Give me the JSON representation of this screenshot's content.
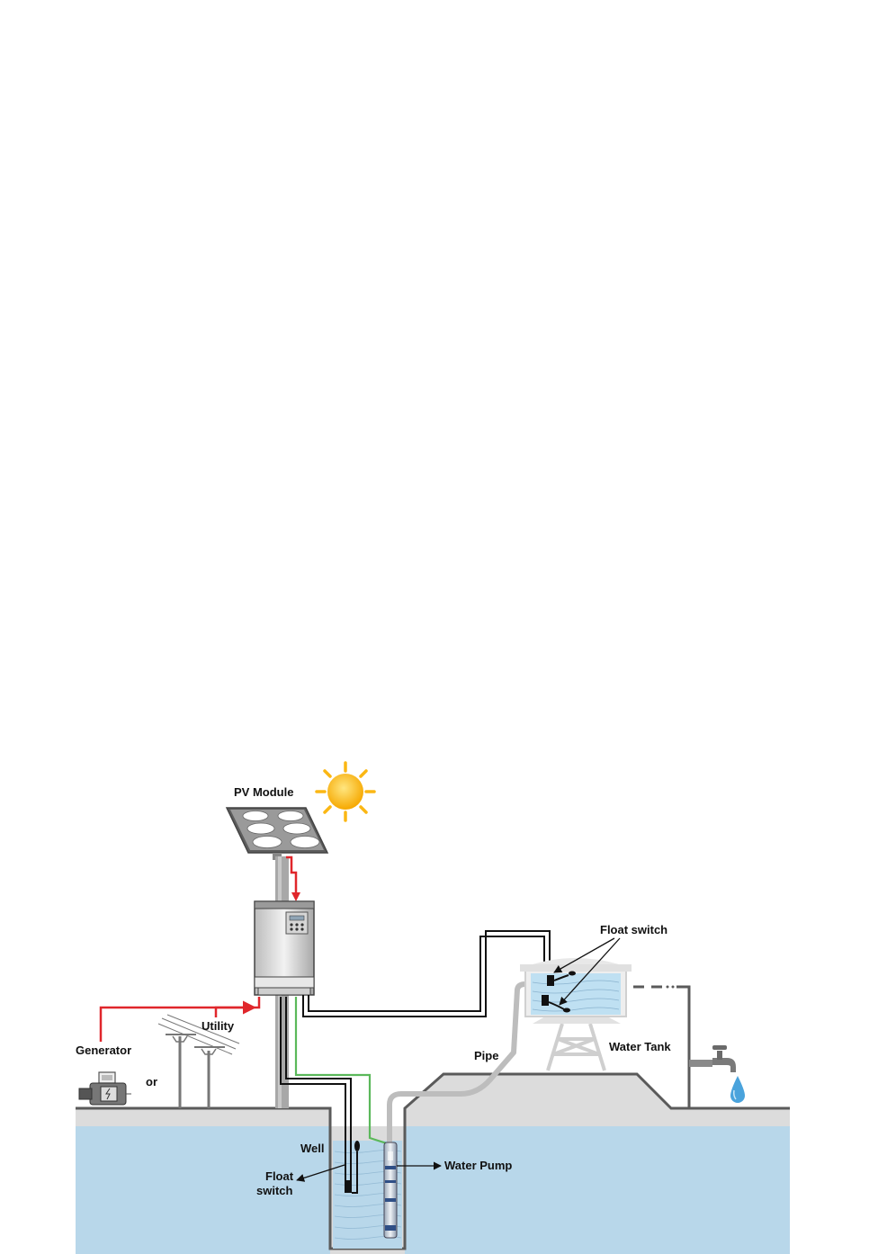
{
  "labels": {
    "pv_module": "PV Module",
    "utility": "Utility",
    "generator": "Generator",
    "or": "or",
    "float_switch_tank": "Float switch",
    "water_tank": "Water Tank",
    "pipe": "Pipe",
    "well": "Well",
    "float_switch_well_line1": "Float",
    "float_switch_well_line2": "switch",
    "water_pump": "Water Pump"
  },
  "colors": {
    "sky_water": "#b8d7ea",
    "ground": "#d9d9d9",
    "ground_outline": "#5a5a5a",
    "power_line_red": "#e0262b",
    "signal_line_green": "#5bb85a",
    "cable_black": "#111111",
    "sun": "#fbb714",
    "tank_water": "#bfe0f2"
  }
}
